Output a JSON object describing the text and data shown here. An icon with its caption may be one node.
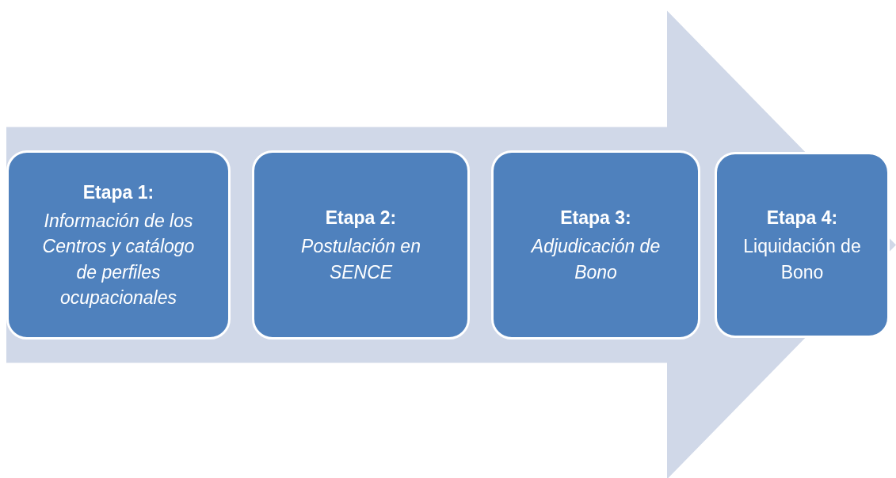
{
  "diagram": {
    "nodes": [
      {
        "text": [
          "Etapa 1:",
          "Información de los Centros y catálogo de perfiles ocupacionales"
        ]
      },
      {
        "text": [
          "Etapa 2:",
          "Postulación en SENCE"
        ]
      },
      {
        "text": [
          "Etapa 3:",
          "Adjudicación de Bono"
        ]
      },
      {
        "text": [
          "Etapa 4:",
          "Liquidación de Bono"
        ]
      }
    ],
    "edges": [
      {
        "from": 0,
        "to": 3,
        "arrow": "to"
      }
    ]
  }
}
